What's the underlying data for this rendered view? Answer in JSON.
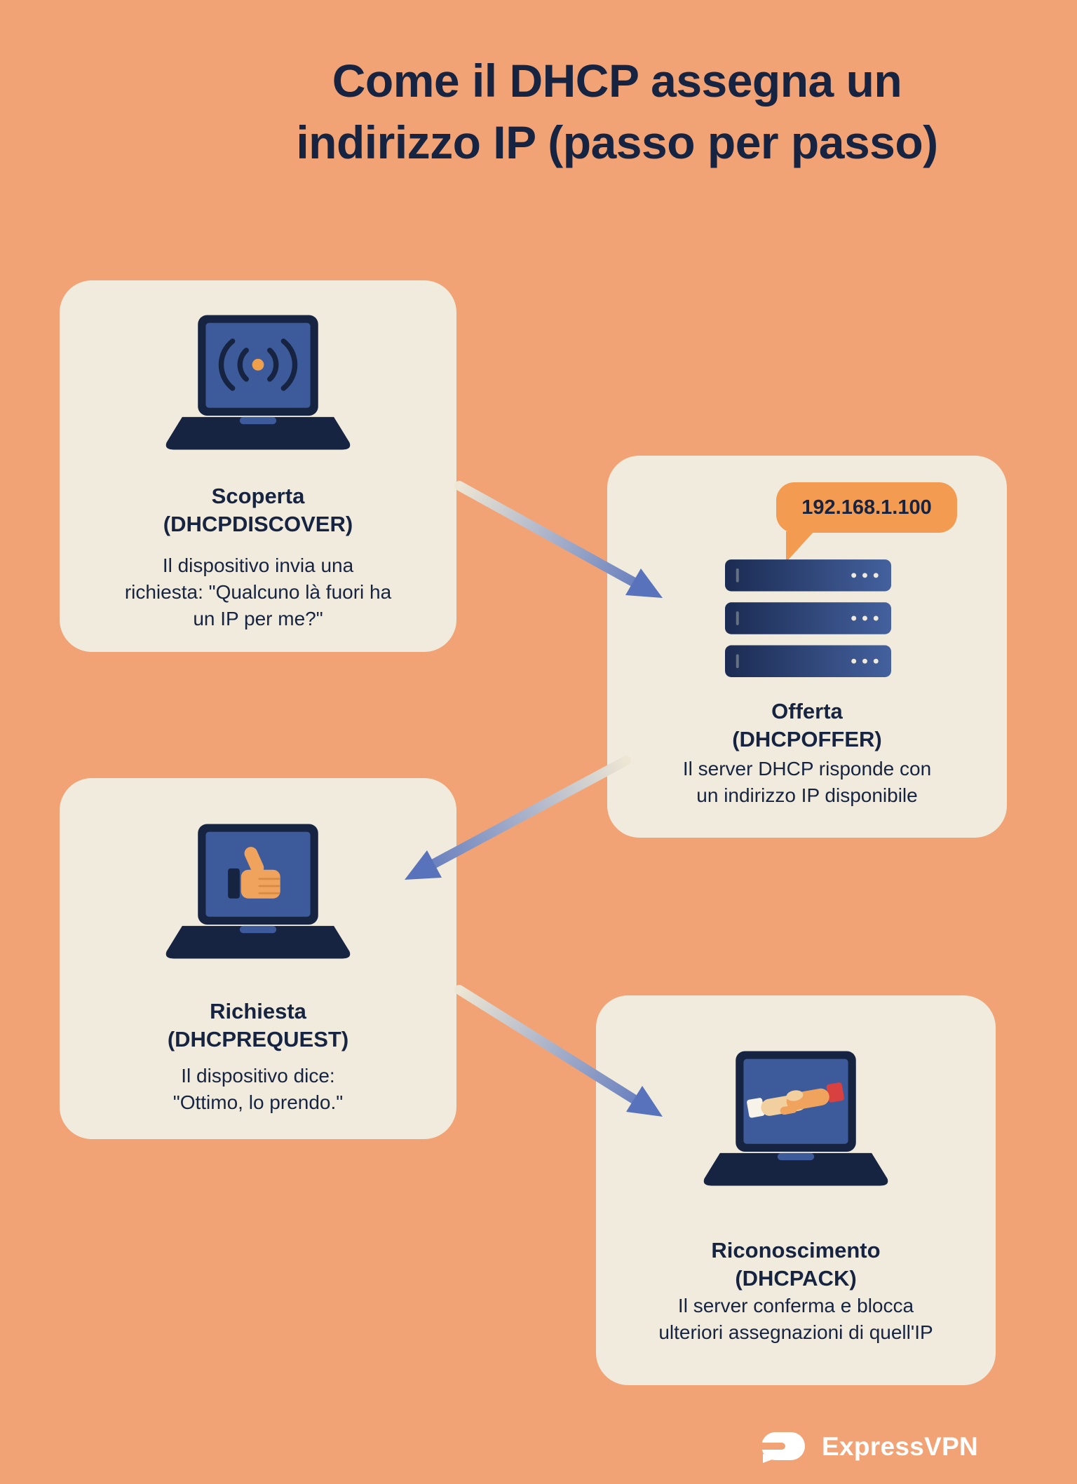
{
  "title": "Come il DHCP assegna un\nindirizzo IP (passo per passo)",
  "colors": {
    "background": "#F2A376",
    "card": "#F0EBDC",
    "ink": "#162442",
    "screen_blue": "#3D5B9B",
    "bubble_orange": "#F29B51",
    "arrow_blue": "#5873BC",
    "dot_orange": "#F0A04B",
    "hand_orange": "#EFA35C",
    "hand_cream": "#F2CF9F",
    "cuff_red": "#D94040",
    "white": "#FFFFFF"
  },
  "steps": [
    {
      "id": "discover",
      "icon": "laptop-wifi-icon",
      "heading": "Scoperta",
      "protocol": "(DHCPDISCOVER)",
      "body": "Il dispositivo invia una\nrichiesta: \"Qualcuno là fuori ha\nun IP per me?\""
    },
    {
      "id": "offer",
      "icon": "server-icon",
      "bubble": "192.168.1.100",
      "heading": "Offerta",
      "protocol": "(DHCPOFFER)",
      "body": "Il server DHCP risponde con\nun indirizzo IP disponibile"
    },
    {
      "id": "request",
      "icon": "laptop-thumbs-up-icon",
      "heading": "Richiesta",
      "protocol": "(DHCPREQUEST)",
      "body": "Il dispositivo dice:\n\"Ottimo, lo prendo.\""
    },
    {
      "id": "ack",
      "icon": "laptop-handshake-icon",
      "heading": "Riconoscimento",
      "protocol": "(DHCPACK)",
      "body": "Il server conferma e blocca\nulteriori assegnazioni di quell'IP"
    }
  ],
  "footer": {
    "brand": "ExpressVPN"
  }
}
